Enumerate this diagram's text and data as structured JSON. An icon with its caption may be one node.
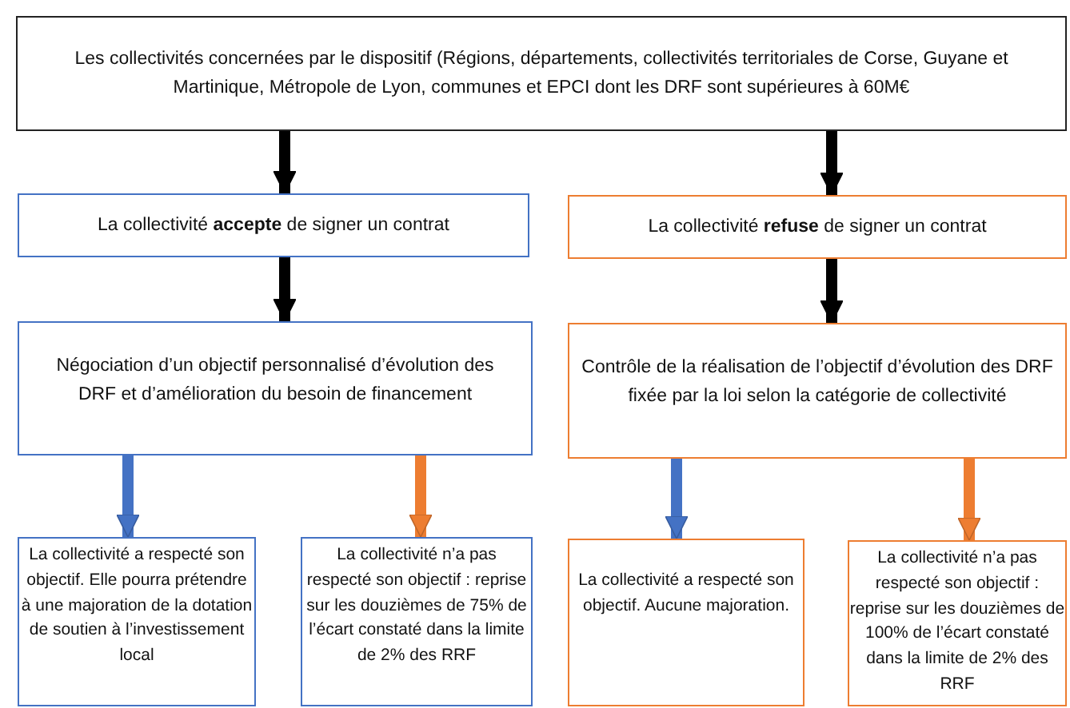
{
  "diagram": {
    "nodes": [
      {
        "text": [
          "Les collectivités concernées par le dispositif (Régions, départements, collectivités territoriales de Corse, Guyane et Martinique, Métropole de Lyon, communes et EPCI dont les DRF sont supérieures à 60M€"
        ]
      },
      {
        "text": [
          "La collectivité **accepte** de signer un contrat"
        ]
      },
      {
        "text": [
          "La collectivité **refuse** de signer un contrat"
        ]
      },
      {
        "text": [
          "Négociation d’un objectif personnalisé d’évolution des DRF et d’amélioration du besoin de financement"
        ]
      },
      {
        "text": [
          "Contrôle de la réalisation de l’objectif d’évolution des DRF fixée par la loi selon la catégorie de collectivité"
        ]
      },
      {
        "text": [
          "La collectivité a respecté son objectif. Elle pourra prétendre à une majoration de la dotation de soutien à l’investissement local"
        ]
      },
      {
        "text": [
          "La collectivité n’a pas respecté son objectif : reprise sur les douzièmes de 75% de l’écart constaté dans la limite de 2% des RRF"
        ]
      },
      {
        "text": [
          "La collectivité a respecté son objectif. Aucune majoration."
        ]
      },
      {
        "text": [
          "La collectivité n’a pas respecté son objectif : reprise sur les douzièmes de 100% de l’écart constaté dans la limite de 2% des RRF"
        ]
      }
    ],
    "edges": [
      {
        "from": 0,
        "to": 1,
        "arrow": "to"
      },
      {
        "from": 0,
        "to": 2,
        "arrow": "to"
      },
      {
        "from": 1,
        "to": 3,
        "arrow": "to"
      },
      {
        "from": 2,
        "to": 4,
        "arrow": "to"
      },
      {
        "from": 3,
        "to": 5,
        "arrow": "to",
        "color": "#4472c4"
      },
      {
        "from": 3,
        "to": 6,
        "arrow": "to",
        "color": "#ed7d31"
      },
      {
        "from": 4,
        "to": 7,
        "arrow": "to",
        "color": "#4472c4"
      },
      {
        "from": 4,
        "to": 8,
        "arrow": "to",
        "color": "#ed7d31"
      }
    ]
  }
}
